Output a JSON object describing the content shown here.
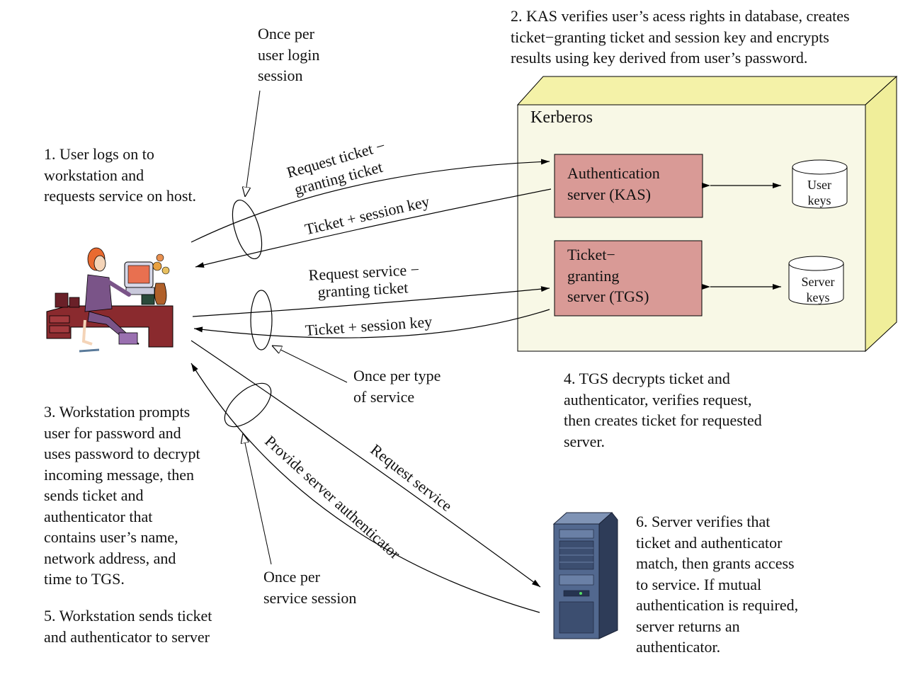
{
  "notes": {
    "step1": "1. User logs on to\nworkstation and\nrequests service on host.",
    "step2": "2. KAS verifies user’s acess rights in database, creates\nticket−granting ticket and session key and encrypts\nresults using key derived from user’s password.",
    "step3": "3. Workstation prompts\nuser for password and\nuses password to decrypt\nincoming message, then\nsends ticket and\nauthenticator that\ncontains user’s name,\nnetwork address, and\ntime to TGS.",
    "step4": "4. TGS decrypts ticket and\nauthenticator, verifies request,\nthen creates ticket for requested\nserver.",
    "step5": "5. Workstation sends ticket\nand authenticator to server",
    "step6": "6. Server verifies that\nticket and authenticator\nmatch, then grants access\nto service. If mutual\nauthentication is required,\nserver returns an\nauthenticator."
  },
  "callouts": {
    "login_session": "Once per\nuser login\nsession",
    "service_type": "Once per type\nof service",
    "service_session": "Once per\nservice session"
  },
  "kerberos": {
    "title": "Kerberos",
    "kas": "Authentication\nserver (KAS)",
    "tgs": "Ticket−\ngranting\nserver (TGS)",
    "user_keys": "User\nkeys",
    "server_keys": "Server\nkeys"
  },
  "messages": {
    "req_tgt_1": "Request ticket −",
    "req_tgt_2": "granting ticket",
    "ticket_key_1": "Ticket + session key",
    "req_stgt_1": "Request service −",
    "req_stgt_2": "granting ticket",
    "ticket_key_2": "Ticket + session key",
    "request_service": "Request service",
    "provide_auth": "Provide server authenticator"
  },
  "colors": {
    "box_face": "#f8f8e6",
    "box_top": "#f4f2a8",
    "box_side": "#f0ee9a",
    "server_fill": "#d99a96"
  }
}
